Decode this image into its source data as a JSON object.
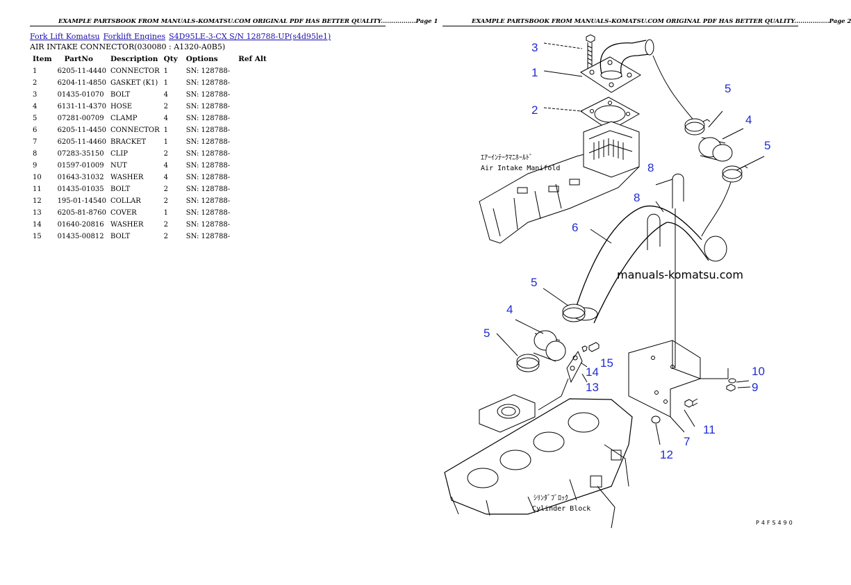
{
  "header": {
    "left": "EXAMPLE PARTSBOOK FROM MANUALS-KOMATSU.COM ORIGINAL PDF HAS BETTER QUALITY.................Page 1",
    "right": "EXAMPLE PARTSBOOK FROM MANUALS-KOMATSU.COM ORIGINAL PDF HAS BETTER QUALITY.................Page 2"
  },
  "breadcrumb": [
    "Fork Lift Komatsu",
    "Forklift Engines",
    "S4D95LE-3-CX S/N 128788-UP(s4d95le1)"
  ],
  "subtitle": "AIR INTAKE CONNECTOR(030080 : A1320-A0B5)",
  "table": {
    "headers": [
      "Item",
      "PartNo",
      "Description",
      "Qty",
      "Options",
      "Ref Alt"
    ],
    "rows": [
      [
        "1",
        "6205-11-4440",
        "CONNECTOR",
        "1",
        "SN: 128788-",
        ""
      ],
      [
        "2",
        "6204-11-4850",
        "GASKET (K1)",
        "1",
        "SN: 128788-",
        ""
      ],
      [
        "3",
        "01435-01070",
        "BOLT",
        "4",
        "SN: 128788-",
        ""
      ],
      [
        "4",
        "6131-11-4370",
        "HOSE",
        "2",
        "SN: 128788-",
        ""
      ],
      [
        "5",
        "07281-00709",
        "CLAMP",
        "4",
        "SN: 128788-",
        ""
      ],
      [
        "6",
        "6205-11-4450",
        "CONNECTOR",
        "1",
        "SN: 128788-",
        ""
      ],
      [
        "7",
        "6205-11-4460",
        "BRACKET",
        "1",
        "SN: 128788-",
        ""
      ],
      [
        "8",
        "07283-35150",
        "CLIP",
        "2",
        "SN: 128788-",
        ""
      ],
      [
        "9",
        "01597-01009",
        "NUT",
        "4",
        "SN: 128788-",
        ""
      ],
      [
        "10",
        "01643-31032",
        "WASHER",
        "4",
        "SN: 128788-",
        ""
      ],
      [
        "11",
        "01435-01035",
        "BOLT",
        "2",
        "SN: 128788-",
        ""
      ],
      [
        "12",
        "195-01-14540",
        "COLLAR",
        "2",
        "SN: 128788-",
        ""
      ],
      [
        "13",
        "6205-81-8760",
        "COVER",
        "1",
        "SN: 128788-",
        ""
      ],
      [
        "14",
        "01640-20816",
        "WASHER",
        "2",
        "SN: 128788-",
        ""
      ],
      [
        "15",
        "01435-00812",
        "BOLT",
        "2",
        "SN: 128788-",
        ""
      ]
    ]
  },
  "diagram": {
    "callouts": [
      "3",
      "1",
      "2",
      "5",
      "4",
      "5",
      "8",
      "8",
      "6",
      "5",
      "4",
      "5",
      "14",
      "15",
      "13",
      "10",
      "9",
      "11",
      "7",
      "12"
    ],
    "label_manifold_jp": "ｴｱｰｲﾝﾃｰｸﾏﾆﾎｰﾙﾄﾞ",
    "label_manifold_en": "Air Intake Manifold",
    "label_block_jp": "ｼﾘﾝﾀﾞﾌﾞﾛｯｸ",
    "label_block_en": "Cylinder Block",
    "watermark": "manuals-komatsu.com",
    "drawing_code": "P4FS490"
  }
}
